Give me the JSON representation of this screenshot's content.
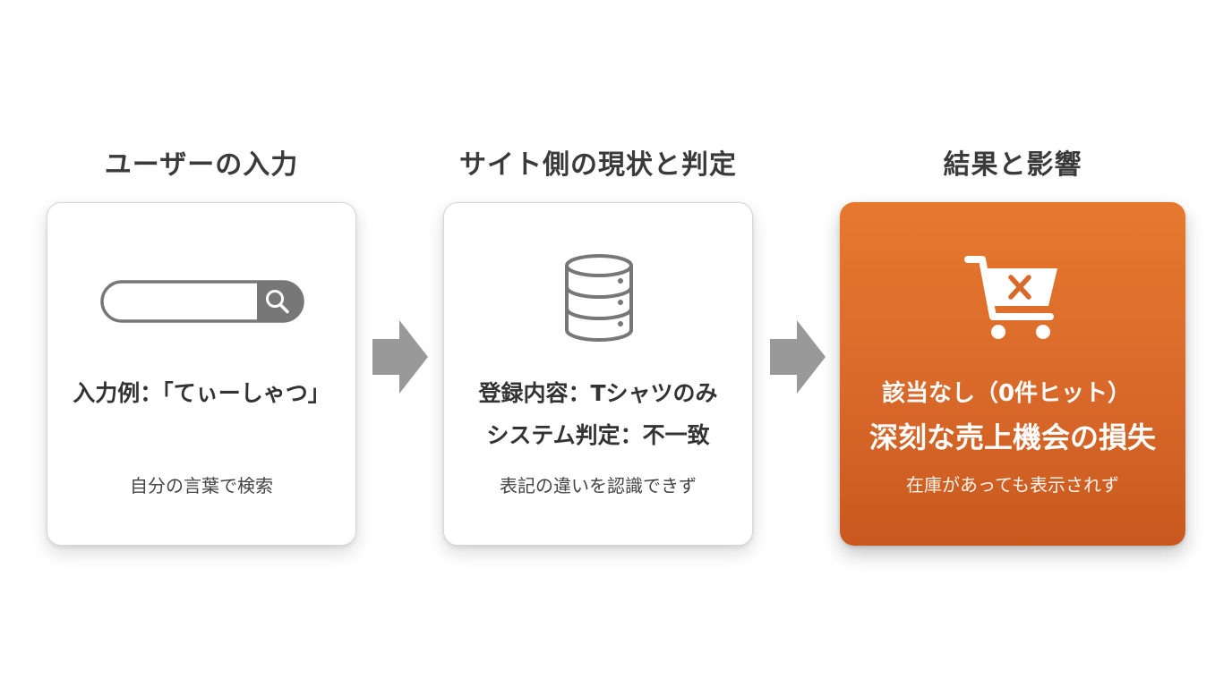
{
  "columns": [
    {
      "title": "ユーザーの入力",
      "main": "入力例：「てぃーしゃつ」",
      "sub": "自分の言葉で検索",
      "icon": "search-bar-icon"
    },
    {
      "title": "サイト側の現状と判定",
      "main_lines": [
        "登録内容：Tシャツのみ",
        "システム判定：不一致"
      ],
      "sub": "表記の違いを認識できず",
      "icon": "database-icon"
    },
    {
      "title": "結果と影響",
      "main": "該当なし（0件ヒット）",
      "emphasis": "深刻な売上機会の損失",
      "sub": "在庫があっても表示されず",
      "icon": "cart-cross-icon"
    }
  ],
  "arrows": [
    "arrow-right-icon",
    "arrow-right-icon"
  ],
  "colors": {
    "accent": "#d9692a",
    "card_border": "#d6d6d6",
    "icon_gray": "#777777",
    "arrow_gray": "#999999"
  }
}
